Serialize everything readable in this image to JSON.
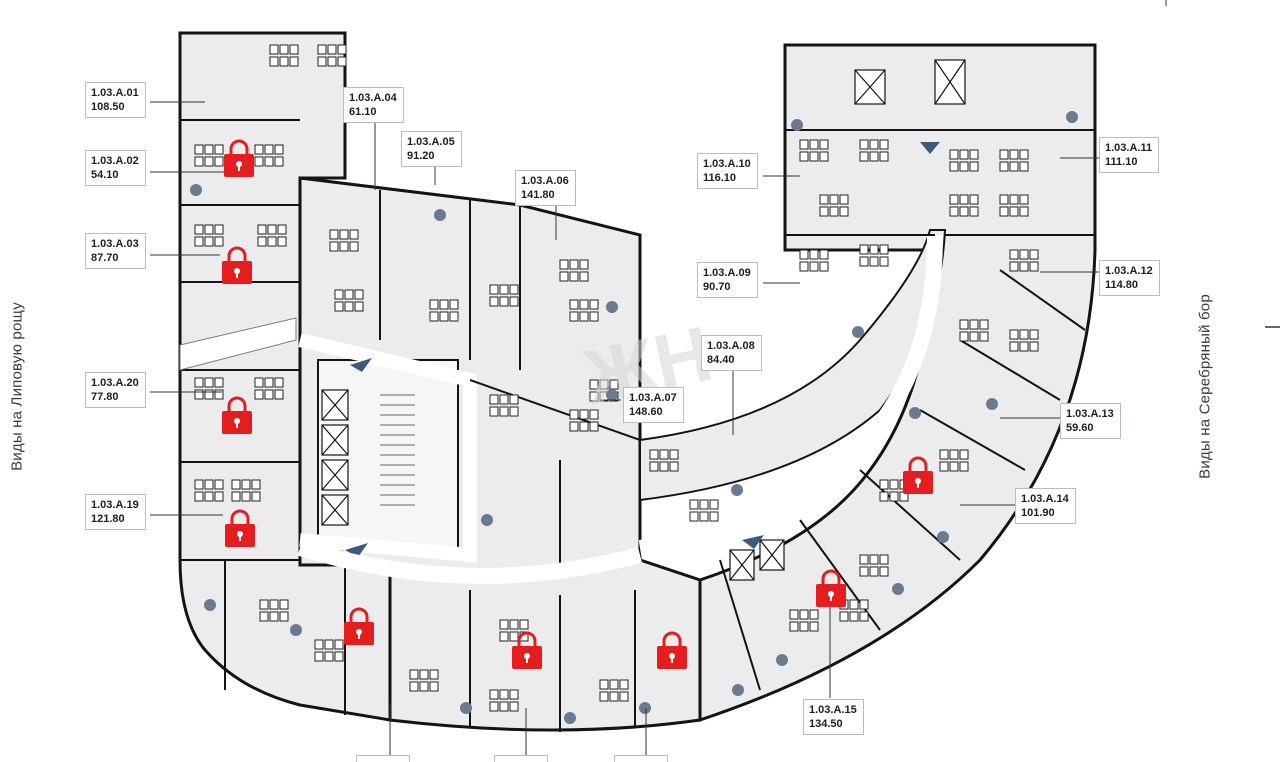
{
  "view_labels": {
    "left": "Виды на Липовую рощу",
    "right": "Виды на Серебряный бор"
  },
  "watermark": "ЖН",
  "units": [
    {
      "id": "1.03.A.01",
      "area": "108.50",
      "locked": false
    },
    {
      "id": "1.03.A.02",
      "area": "54.10",
      "locked": true
    },
    {
      "id": "1.03.A.03",
      "area": "87.70",
      "locked": true
    },
    {
      "id": "1.03.A.04",
      "area": "61.10",
      "locked": false
    },
    {
      "id": "1.03.A.05",
      "area": "91.20",
      "locked": false
    },
    {
      "id": "1.03.A.06",
      "area": "141.80",
      "locked": false
    },
    {
      "id": "1.03.A.07",
      "area": "148.60",
      "locked": false
    },
    {
      "id": "1.03.A.08",
      "area": "84.40",
      "locked": false
    },
    {
      "id": "1.03.A.09",
      "area": "90.70",
      "locked": false
    },
    {
      "id": "1.03.A.10",
      "area": "116.10",
      "locked": false
    },
    {
      "id": "1.03.A.11",
      "area": "111.10",
      "locked": false
    },
    {
      "id": "1.03.A.12",
      "area": "114.80",
      "locked": false
    },
    {
      "id": "1.03.A.13",
      "area": "59.60",
      "locked": false
    },
    {
      "id": "1.03.A.14",
      "area": "101.90",
      "locked": true
    },
    {
      "id": "1.03.A.15",
      "area": "134.50",
      "locked": true
    },
    {
      "id": "1.03.A.19",
      "area": "121.80",
      "locked": true
    },
    {
      "id": "1.03.A.20",
      "area": "77.80",
      "locked": true
    }
  ],
  "colors": {
    "floor": "#ececee",
    "wall": "#141414",
    "corridor": "#ffffff",
    "lock": "#e41e1e",
    "leader": "#333333",
    "plant": "#6a7a90"
  },
  "icons": [
    "lock-icon",
    "elevator-icon",
    "stair-icon",
    "plant-icon",
    "desk-icon",
    "direction-arrow-icon"
  ]
}
